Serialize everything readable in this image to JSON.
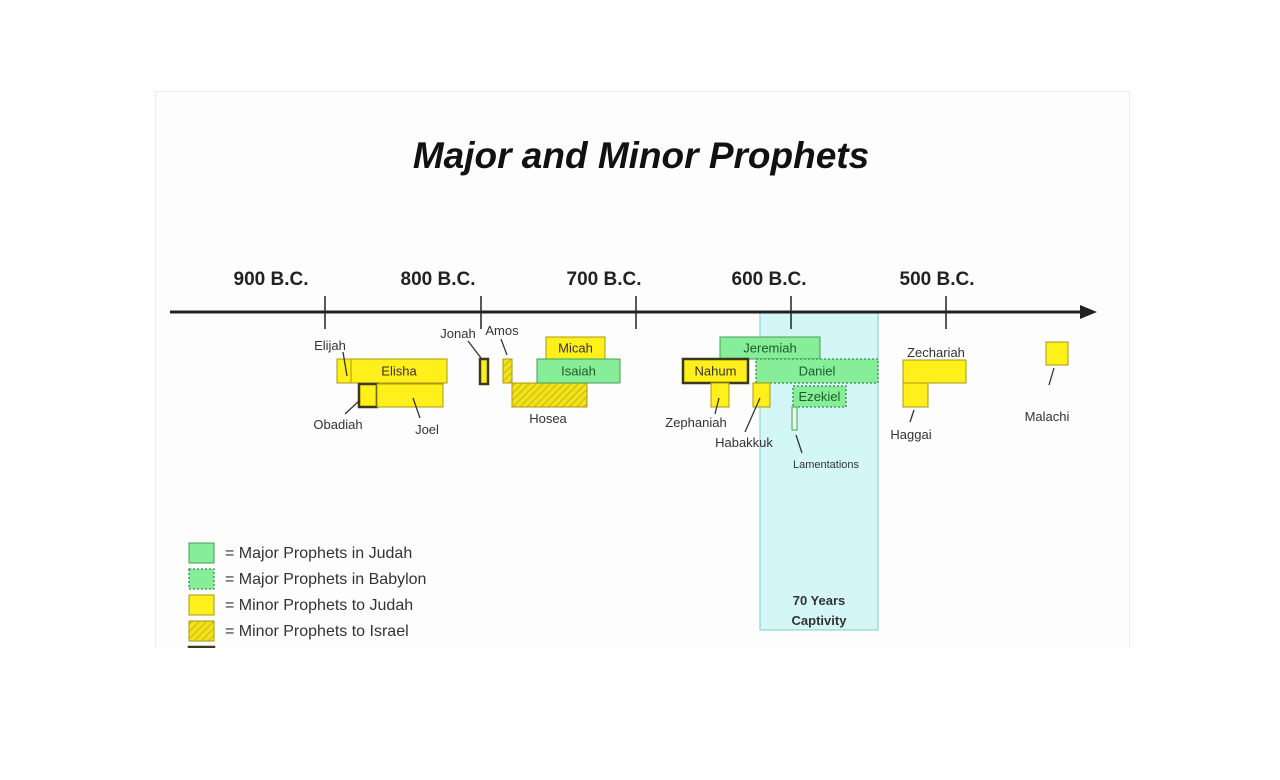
{
  "title": "Major and Minor Prophets",
  "axis": {
    "ticks": [
      "900 B.C.",
      "800 B.C.",
      "700 B.C.",
      "600 B.C.",
      "500 B.C."
    ]
  },
  "captivity": {
    "line1": "70 Years",
    "line2": "Captivity"
  },
  "colors": {
    "major_judah": "#86ee98",
    "minor_judah": "#ffef1a",
    "captivity": "#d3f6f6",
    "border": "#6a6a2a"
  },
  "prophets": [
    {
      "name": "Elijah",
      "type": "minor_judah",
      "label_inside": false
    },
    {
      "name": "Elisha",
      "type": "minor_judah",
      "label_inside": true
    },
    {
      "name": "Obadiah",
      "type": "minor_edom",
      "label_inside": false
    },
    {
      "name": "Joel",
      "type": "minor_judah",
      "label_inside": false
    },
    {
      "name": "Jonah",
      "type": "minor_edom",
      "label_inside": false
    },
    {
      "name": "Amos",
      "type": "minor_israel",
      "label_inside": false
    },
    {
      "name": "Hosea",
      "type": "minor_israel",
      "label_inside": false
    },
    {
      "name": "Micah",
      "type": "minor_judah",
      "label_inside": true
    },
    {
      "name": "Isaiah",
      "type": "major_judah",
      "label_inside": true
    },
    {
      "name": "Jeremiah",
      "type": "major_judah",
      "label_inside": true
    },
    {
      "name": "Nahum",
      "type": "minor_edom",
      "label_inside": true
    },
    {
      "name": "Daniel",
      "type": "major_babylon",
      "label_inside": true
    },
    {
      "name": "Zephaniah",
      "type": "minor_judah",
      "label_inside": false
    },
    {
      "name": "Habakkuk",
      "type": "minor_judah",
      "label_inside": false
    },
    {
      "name": "Ezekiel",
      "type": "major_babylon",
      "label_inside": true
    },
    {
      "name": "Lamentations",
      "type": "major_judah_thin",
      "label_inside": false
    },
    {
      "name": "Zechariah",
      "type": "minor_judah",
      "label_inside": false
    },
    {
      "name": "Haggai",
      "type": "minor_judah",
      "label_inside": false
    },
    {
      "name": "Malachi",
      "type": "minor_judah",
      "label_inside": false
    }
  ],
  "legend": [
    {
      "type": "major_judah",
      "label": "= Major Prophets in Judah"
    },
    {
      "type": "major_babylon",
      "label": "= Major Prophets in Babylon"
    },
    {
      "type": "minor_judah",
      "label": "= Minor Prophets to Judah"
    },
    {
      "type": "minor_israel",
      "label": "= Minor Prophets to Israel"
    },
    {
      "type": "minor_edom",
      "label": ""
    }
  ]
}
